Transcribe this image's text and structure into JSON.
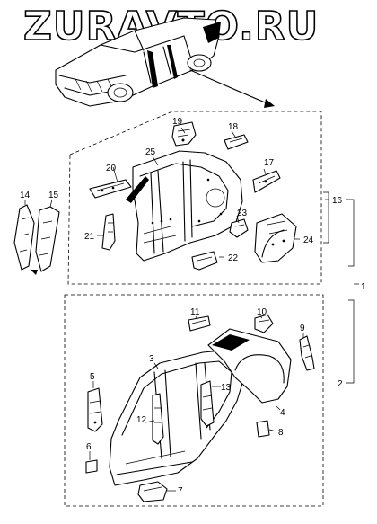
{
  "watermark": "ZURAVTO.RU",
  "callouts": {
    "c1": "1",
    "c2": "2",
    "c3": "3",
    "c4": "4",
    "c5": "5",
    "c6": "6",
    "c7": "7",
    "c8": "8",
    "c9": "9",
    "c10": "10",
    "c11": "11",
    "c12": "12",
    "c13": "13",
    "c14": "14",
    "c15": "15",
    "c16": "16",
    "c17": "17",
    "c18": "18",
    "c19": "19",
    "c20": "20",
    "c21": "21",
    "c22": "22",
    "c23": "23",
    "c24": "24",
    "c25": "25"
  },
  "colors": {
    "line": "#000000",
    "background": "#ffffff"
  }
}
